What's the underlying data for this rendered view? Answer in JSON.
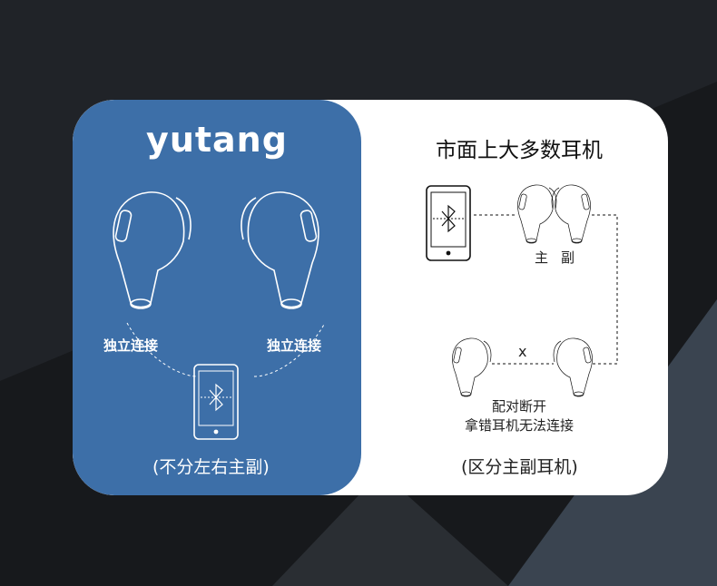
{
  "brand": "yutang",
  "left_panel": {
    "left_label": "独立连接",
    "right_label": "独立连接",
    "footer": "(不分左右主副)"
  },
  "right_panel": {
    "title": "市面上大多数耳机",
    "main_label": "主",
    "sub_label": "副",
    "x_mark": "x",
    "status_line1": "配对断开",
    "status_line2": "拿错耳机无法连接",
    "footer": "(区分主副耳机)"
  },
  "colors": {
    "panel_blue": "#3d6fa8",
    "card_white": "#ffffff",
    "background": "#1f2226"
  },
  "icons": [
    "earbud-icon",
    "phone-icon",
    "bluetooth-icon"
  ]
}
